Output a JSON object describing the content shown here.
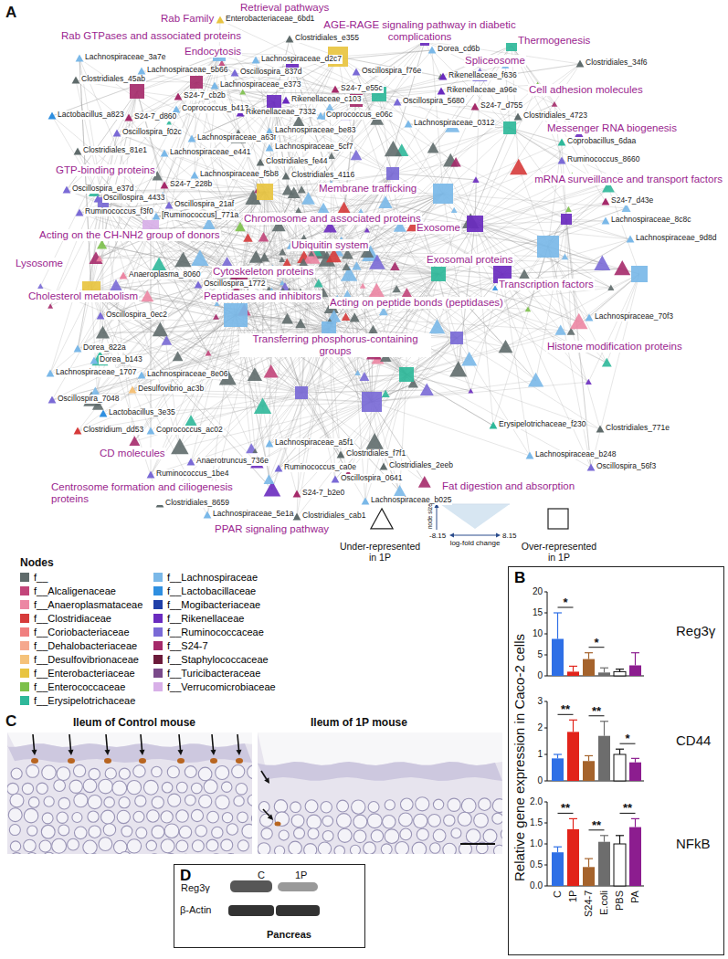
{
  "diagram": {
    "nodes": [
      {
        "text": [
          "B"
        ]
      },
      {
        "text": [
          "D"
        ]
      }
    ],
    "labels": [
      "A",
      "Retrieval pathways",
      "Rab Family",
      "Rab GTPases and associated proteins",
      "AGE-RAGE signaling pathway in diabetic complications",
      "Endocytosis",
      "Thermogenesis",
      "Spliceosome",
      "Cell adhesion molecules",
      "Messenger RNA biogenesis",
      "mRNA surveillance and transport factors",
      "GTP-binding proteins",
      "Membrane trafficking",
      "Chromosome and associated proteins",
      "Exosome",
      "Acting on the CH-NH2 group of donors",
      "Ubiquitin system",
      "Exosomal proteins",
      "Lysosome",
      "Cytoskeleton proteins",
      "Transcription factors",
      "Cholesterol metabolism",
      "Peptidases and inhibitors",
      "Acting on peptide bonds (peptidases)",
      "Transferring phosphorus-containing groups",
      "Histone modification proteins",
      "CD molecules",
      "Centrosome formation and ciliogenesis proteins",
      "Fat digestion and absorption",
      "PPAR signaling pathway",
      "Enterobacteriaceae_6bd1",
      "Clostridiales_e355",
      "Dorea_cd6b",
      "Clostridiales_34f6",
      "Lachnospiraceae_3a7e",
      "Lachnospiraceae_5b66",
      "Lachnospiraceae_d2c7",
      "Oscillospira_837d",
      "Oscillospira_f76e",
      "Rikenellaceae_f636",
      "Clostridiales_45ab",
      "Lachnospiraceae_e373",
      "S24-7_e55c",
      "S24-7_cb2b",
      "Rikenellaceae_c103",
      "Rikenellaceae_a96e",
      "Oscillospira_5680",
      "S24-7_d755",
      "Clostridiales_4723",
      "Coprococcus_b413",
      "Rikenellaceae_7332",
      "Coprococcus_e06c",
      "Lactobacillus_a823",
      "S24-7_d860",
      "Lachnospiraceae_0312",
      "Oscillospira_f02c",
      "Lachnospiraceae_a63f",
      "Lachnospiraceae_be83",
      "Coprobacillus_6daa",
      "Clostridiales_81e1",
      "Lachnospiraceae_e441",
      "Lachnospiraceae_5cf7",
      "Ruminococcus_8660",
      "Clostridiales_fe44",
      "Lachnospiraceae_f5b8",
      "Clostridiales_4116",
      "S24-7_228b",
      "Oscillospira_e37d",
      "Oscillospira_4433",
      "Oscillospira_21af",
      "Ruminococcus_f3f0",
      "[Ruminococcus]_771a",
      "S24-7_d43e",
      "Lachnospiraceae_8c8c",
      "Lachnospiraceae_9d8d",
      "Anaeroplasma_8060",
      "Oscillospira_1772",
      "Oscillospira_0ec2",
      "Lachnospiraceae_70f3",
      "Dorea_822a",
      "Dorea_b143",
      "Lachnospiraceae_1707",
      "Lachnospiraceae_8e06",
      "Desulfovibrio_ac3b",
      "Oscillospira_7048",
      "Lactobacillus_3e35",
      "Clostridium_dd53",
      "Coprococcus_ac02",
      "Erysipelotrichaceae_f230",
      "Clostridiales_771e",
      "Lachnospiraceae_a5f1",
      "Clostridiales_f7f1",
      "Lachnospiraceae_b248",
      "Anaerotruncus_736e",
      "Clostridiales_2eeb",
      "Oscillospira_56f3",
      "Ruminococcus_1be4",
      "Ruminococcus_ca0e",
      "Oscillospira_0641",
      "Clostridiales_8659",
      "S24-7_b2e0",
      "Lachnospiraceae_b025",
      "Lachnospiraceae_5e1a",
      "Clostridiales_cab1",
      "Under-represented in 1P",
      "node size",
      "-8.15",
      "log-fold change",
      "8.15",
      "Over-represented in 1P",
      "Nodes",
      "C",
      "Ileum of Control mouse",
      "Ileum of 1P mouse",
      "C",
      "1P",
      "Reg3γ",
      "β-Actin",
      "Pancreas",
      "Relative gene expression in Caco-2 cells",
      "Reg3γ",
      "CD44",
      "NFkB",
      "0",
      "5",
      "10",
      "15",
      "20",
      "0",
      "1",
      "2",
      "3",
      "0.0",
      "0.5",
      "1.0",
      "1.5",
      "2.0",
      "C",
      "1P",
      "S24-7",
      "E.coli",
      "PBS",
      "PA",
      "*",
      "*",
      "**",
      "**",
      "*",
      "**",
      "**",
      "**"
    ],
    "legend": [
      {
        "text": "f__",
        "color": "#5f6b6b"
      },
      {
        "text": "f__Alcaligenaceae",
        "color": "#c2457a"
      },
      {
        "text": "f__Anaeroplasmataceae",
        "color": "#ec86a3"
      },
      {
        "text": "f__Clostridiaceae",
        "color": "#d63a3a"
      },
      {
        "text": "f__Coriobacteriaceae",
        "color": "#f07f7f"
      },
      {
        "text": "f__Dehalobacteriaceae",
        "color": "#f5a88e"
      },
      {
        "text": "f__Desulfovibrionaceae",
        "color": "#f5c27a"
      },
      {
        "text": "f__Enterobacteriaceae",
        "color": "#e8c440"
      },
      {
        "text": "f__Enterococcaceae",
        "color": "#7cc04a"
      },
      {
        "text": "f__Erysipelotrichaceae",
        "color": "#2fb89a"
      },
      {
        "text": "f__Lachnospiraceae",
        "color": "#7ab8e8"
      },
      {
        "text": "f__Lactobacillaceae",
        "color": "#2f8fe0"
      },
      {
        "text": "f__Mogibacteriaceae",
        "color": "#1f3fa8"
      },
      {
        "text": "f__Rikenellaceae",
        "color": "#6a2bbf"
      },
      {
        "text": "f__Ruminococcaceae",
        "color": "#7a6ad6"
      },
      {
        "text": "f__S24-7",
        "color": "#a52a6a"
      },
      {
        "text": "f__Staphylococcaceae",
        "color": "#6b1a3a"
      },
      {
        "text": "f__Turicibacteraceae",
        "color": "#7a4a8a"
      },
      {
        "text": "f__Verrucomicrobiaceae",
        "color": "#d8b0e8"
      }
    ]
  }
}
